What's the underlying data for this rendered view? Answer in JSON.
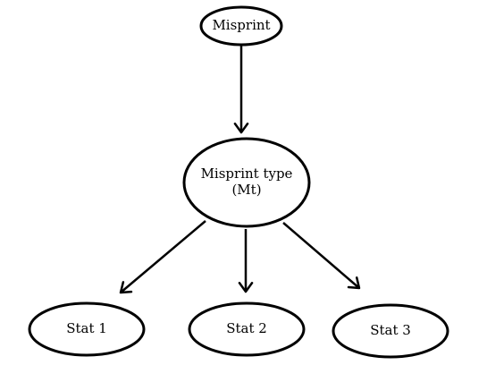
{
  "diagram": {
    "nodes": [
      {
        "id": "misprint",
        "lines": [
          "Misprint"
        ]
      },
      {
        "id": "misprint-type",
        "lines": [
          "Misprint type",
          "(Mt)"
        ]
      },
      {
        "id": "stat-1",
        "lines": [
          "Stat 1"
        ]
      },
      {
        "id": "stat-2",
        "lines": [
          "Stat 2"
        ]
      },
      {
        "id": "stat-3",
        "lines": [
          "Stat 3"
        ]
      }
    ],
    "edges": [
      {
        "from": "misprint",
        "to": "misprint-type"
      },
      {
        "from": "misprint-type",
        "to": "stat-1"
      },
      {
        "from": "misprint-type",
        "to": "stat-2"
      },
      {
        "from": "misprint-type",
        "to": "stat-3"
      }
    ],
    "colors": {
      "stroke": "#000000",
      "background": "#ffffff"
    }
  }
}
